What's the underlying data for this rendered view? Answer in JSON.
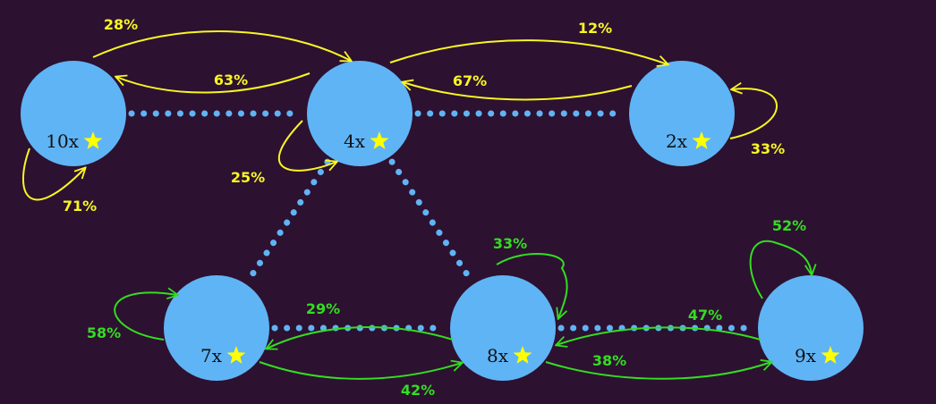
{
  "colors": {
    "background": "#2d1130",
    "node": "#5fb4f5",
    "dots": "#5fb4f5",
    "star": "#ffff00",
    "top_group": "#f7f723",
    "bottom_group": "#33dd22"
  },
  "nodes": [
    {
      "id": "n10",
      "label": "10x",
      "icon": "star-icon"
    },
    {
      "id": "n4",
      "label": "4x",
      "icon": "star-icon"
    },
    {
      "id": "n2",
      "label": "2x",
      "icon": "star-icon"
    },
    {
      "id": "n7",
      "label": "7x",
      "icon": "star-icon"
    },
    {
      "id": "n8",
      "label": "8x",
      "icon": "star-icon"
    },
    {
      "id": "n9",
      "label": "9x",
      "icon": "star-icon"
    }
  ],
  "links": [
    {
      "from": "n10",
      "to": "n4"
    },
    {
      "from": "n4",
      "to": "n2"
    },
    {
      "from": "n4",
      "to": "n7"
    },
    {
      "from": "n4",
      "to": "n8"
    },
    {
      "from": "n7",
      "to": "n8"
    },
    {
      "from": "n8",
      "to": "n9"
    }
  ],
  "transitions": [
    {
      "from": "n10",
      "to": "n4",
      "label": "28%",
      "group": "top"
    },
    {
      "from": "n4",
      "to": "n10",
      "label": "63%",
      "group": "top"
    },
    {
      "from": "n10",
      "to": "n10",
      "label": "71%",
      "group": "top"
    },
    {
      "from": "n4",
      "to": "n2",
      "label": "12%",
      "group": "top"
    },
    {
      "from": "n2",
      "to": "n4",
      "label": "67%",
      "group": "top"
    },
    {
      "from": "n2",
      "to": "n2",
      "label": "33%",
      "group": "top"
    },
    {
      "from": "n4",
      "to": "n4",
      "label": "25%",
      "group": "top"
    },
    {
      "from": "n7",
      "to": "n7",
      "label": "58%",
      "group": "bottom"
    },
    {
      "from": "n8",
      "to": "n7",
      "label": "29%",
      "group": "bottom"
    },
    {
      "from": "n7",
      "to": "n8",
      "label": "42%",
      "group": "bottom"
    },
    {
      "from": "n8",
      "to": "n8",
      "label": "33%",
      "group": "bottom"
    },
    {
      "from": "n9",
      "to": "n8",
      "label": "47%",
      "group": "bottom"
    },
    {
      "from": "n8",
      "to": "n9",
      "label": "38%",
      "group": "bottom"
    },
    {
      "from": "n9",
      "to": "n9",
      "label": "52%",
      "group": "bottom"
    }
  ]
}
